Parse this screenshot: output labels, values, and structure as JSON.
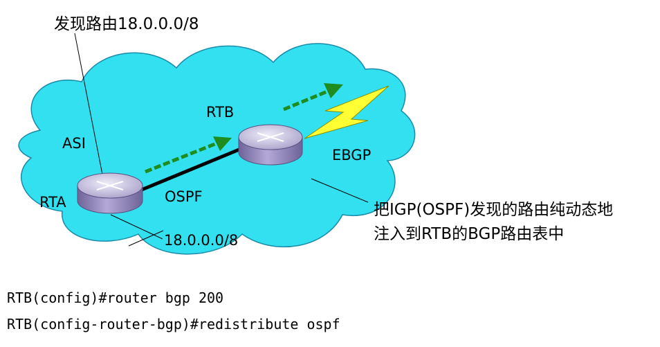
{
  "diagram": {
    "callout_top": "发现路由18.0.0.0/8",
    "as_label": "ASI",
    "router_a": "RTA",
    "router_b": "RTB",
    "link_label": "OSPF",
    "ebgp_label": "EBGP",
    "network_label": "18.0.0.0/8",
    "callout_right_line1": "把IGP(OSPF)发现的路由纯动态地",
    "callout_right_line2": "注入到RTB的BGP路由表中"
  },
  "commands": [
    "RTB(config)#router bgp 200",
    "RTB(config-router-bgp)#redistribute ospf"
  ],
  "colors": {
    "cloud_fill": "#33e0f0",
    "cloud_stroke": "#1a8aa8",
    "router_body": "#9a8fc0",
    "router_top": "#c8c4e0",
    "arrow": "#1e8c1e",
    "lightning": "#ffff33",
    "link": "#000000"
  }
}
